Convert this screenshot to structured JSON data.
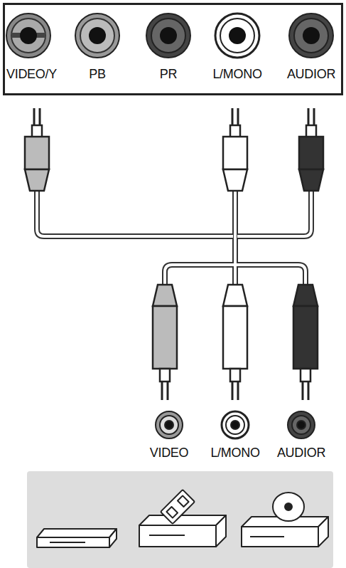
{
  "diagram": {
    "nodes": [
      {
        "text": [
          "VIDEO/Y",
          "PB",
          "PR",
          "L/MONO",
          "AUDIOR"
        ]
      }
    ],
    "labels": [
      "VIDEO",
      "L/MONO",
      "AUDIOR"
    ]
  }
}
